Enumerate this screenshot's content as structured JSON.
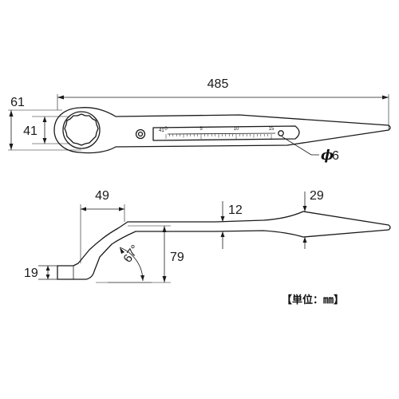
{
  "drawing": {
    "dimensions": {
      "overall_length": "485",
      "head_outer": "61",
      "hex_opening": "41",
      "hole_diameter": "6",
      "head_width": "49",
      "neck_thickness": "12",
      "tip_width": "29",
      "offset_height": "79",
      "head_thickness": "19",
      "bend_angle": "67°"
    },
    "phi_symbol": "ϕ",
    "scale_labels": [
      "41",
      "0",
      "5",
      "10",
      "15"
    ],
    "unit_label": "【単位：㎜】"
  }
}
